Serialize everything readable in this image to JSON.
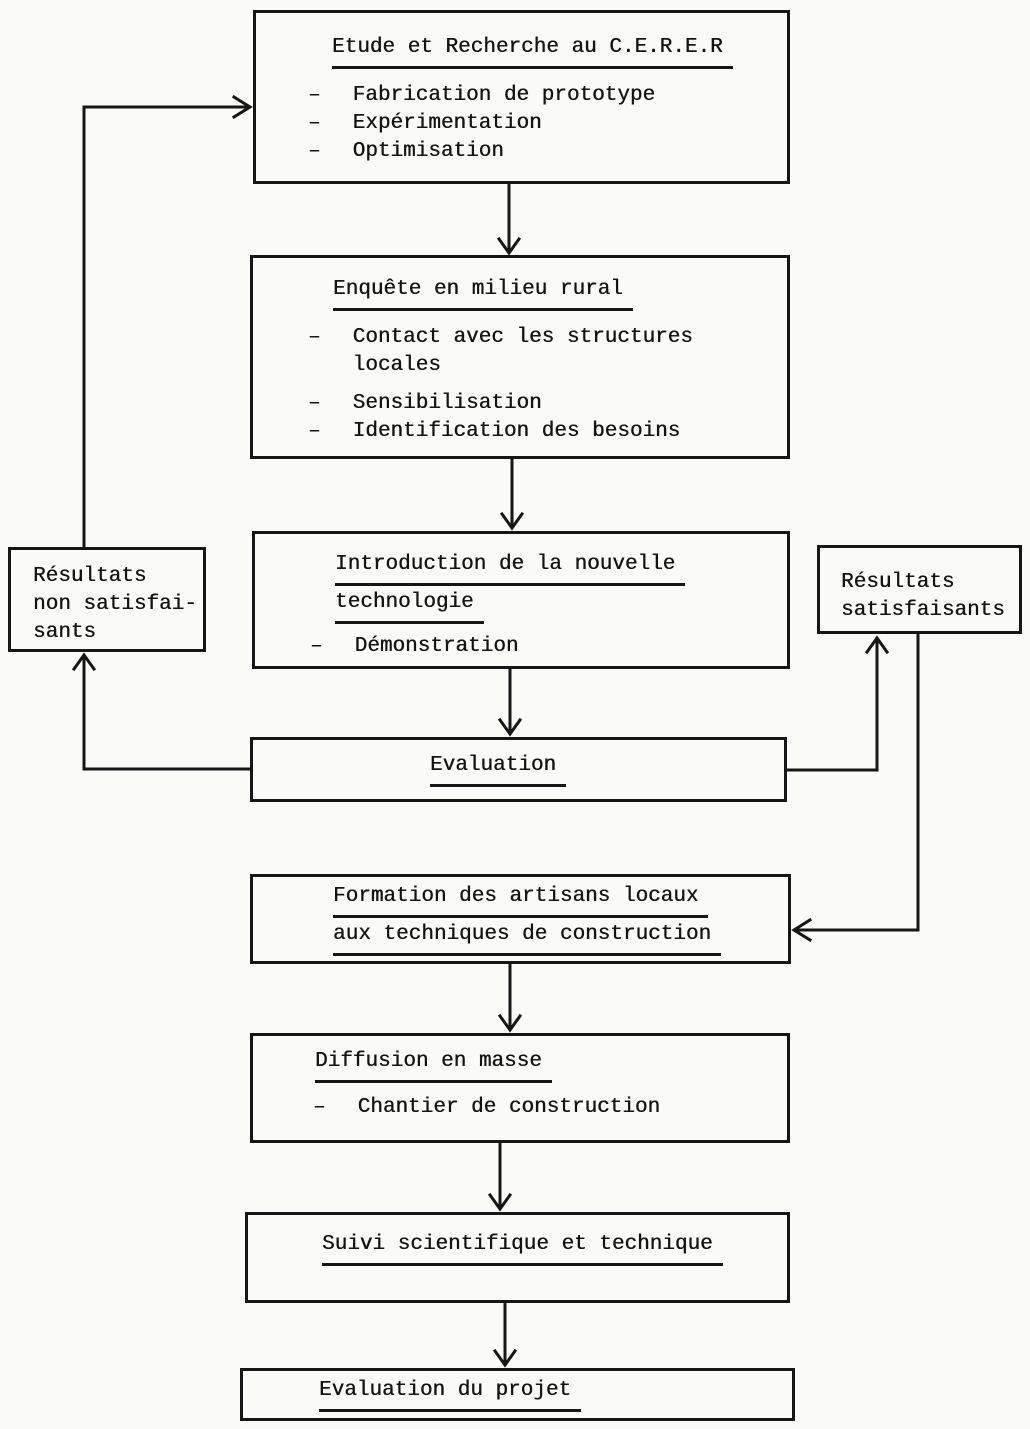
{
  "ui": {
    "bullet": "–"
  },
  "colors": {
    "ink": "#161616",
    "paper": "#fafaf6"
  },
  "flow": {
    "etude": {
      "title": "Etude et Recherche au C.E.R.E.R",
      "items": [
        "Fabrication de prototype",
        "Expérimentation",
        "Optimisation"
      ]
    },
    "enquete": {
      "title": "Enquête en milieu rural",
      "items": [
        "Contact avec les structures locales",
        "Sensibilisation",
        "Identification des besoins"
      ]
    },
    "introduction": {
      "title_lines": [
        "Introduction de la nouvelle",
        "technologie"
      ],
      "items": [
        "Démonstration"
      ]
    },
    "evaluation": {
      "title": "Evaluation"
    },
    "resultats_non_satisfaisants": {
      "lines": [
        "Résultats",
        "non satisfai-",
        "sants"
      ]
    },
    "resultats_satisfaisants": {
      "lines": [
        "Résultats",
        "satisfaisants"
      ]
    },
    "formation": {
      "title_lines": [
        "Formation des artisans locaux",
        "aux techniques de construction"
      ]
    },
    "diffusion": {
      "title": "Diffusion en masse",
      "items": [
        "Chantier de construction"
      ]
    },
    "suivi": {
      "title": "Suivi scientifique et technique"
    },
    "evaluation_projet": {
      "title": "Evaluation du projet"
    },
    "connections": [
      {
        "from": "etude",
        "to": "enquete"
      },
      {
        "from": "enquete",
        "to": "introduction"
      },
      {
        "from": "introduction",
        "to": "evaluation"
      },
      {
        "from": "evaluation",
        "to": "resultats_non_satisfaisants"
      },
      {
        "from": "resultats_non_satisfaisants",
        "to": "etude"
      },
      {
        "from": "evaluation",
        "to": "resultats_satisfaisants"
      },
      {
        "from": "resultats_satisfaisants",
        "to": "formation"
      },
      {
        "from": "formation",
        "to": "diffusion"
      },
      {
        "from": "diffusion",
        "to": "suivi"
      },
      {
        "from": "suivi",
        "to": "evaluation_projet"
      }
    ]
  }
}
